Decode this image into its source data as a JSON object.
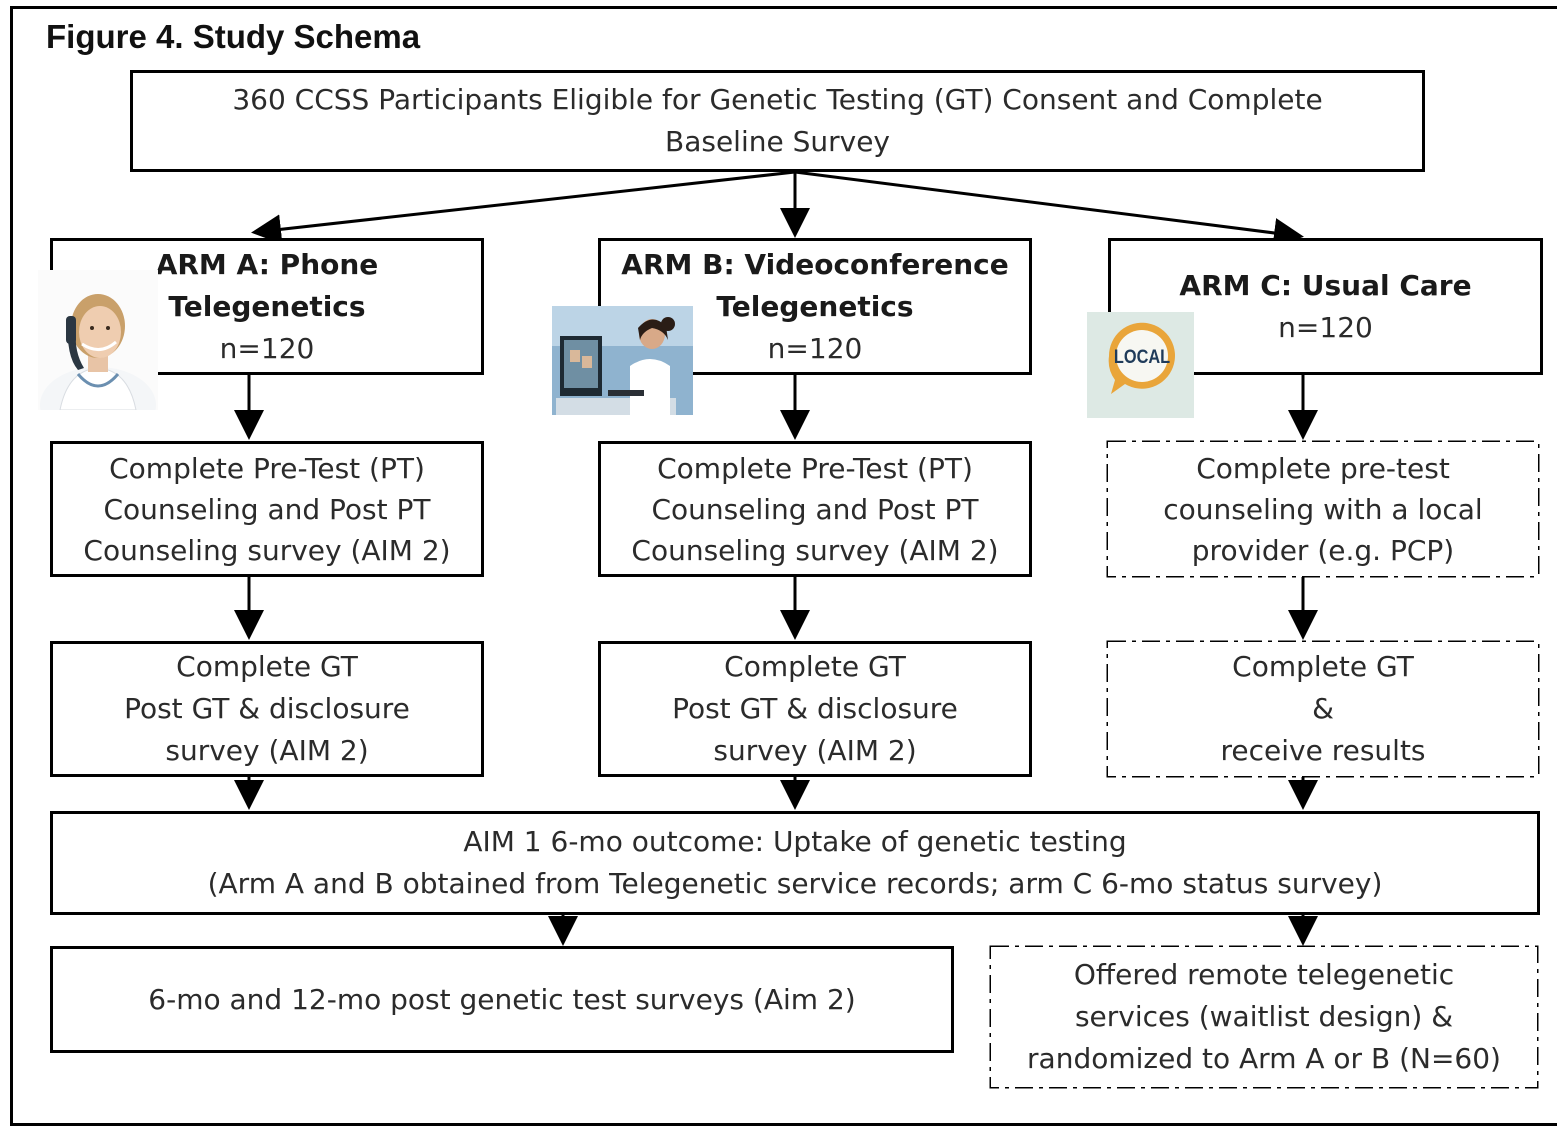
{
  "figure_title": "Figure 4. Study Schema",
  "top_box": [
    "360 CCSS Participants Eligible for Genetic Testing (GT) Consent and Complete",
    "Baseline Survey"
  ],
  "arms": [
    {
      "title_lines": [
        "ARM A: Phone",
        "Telegenetics"
      ],
      "n": "n=120",
      "image": "phone-doctor-icon"
    },
    {
      "title_lines": [
        "ARM B: Videoconference",
        "Telegenetics"
      ],
      "n": "n=120",
      "image": "video-doctor-icon"
    },
    {
      "title_lines": [
        "ARM C: Usual Care"
      ],
      "n": "n=120",
      "image": "local-badge-icon"
    }
  ],
  "local_badge_text": "LOCAL",
  "pretest": [
    [
      "Complete Pre-Test (PT)",
      "Counseling and Post PT",
      "Counseling survey (AIM 2)"
    ],
    [
      "Complete Pre-Test (PT)",
      "Counseling and Post PT",
      "Counseling survey (AIM 2)"
    ],
    [
      "Complete pre-test",
      "counseling with a local",
      "provider (e.g. PCP)"
    ]
  ],
  "gt": [
    [
      "Complete GT",
      "Post GT & disclosure",
      "survey (AIM 2)"
    ],
    [
      "Complete GT",
      "Post GT & disclosure",
      "survey (AIM 2)"
    ],
    [
      "Complete GT",
      "&",
      "receive results"
    ]
  ],
  "aim1_box": [
    "AIM 1 6-mo outcome: Uptake of genetic testing",
    "(Arm A and B obtained from Telegenetic service records; arm C 6-mo status survey)"
  ],
  "surveys_box": [
    "6-mo and 12-mo post genetic test surveys (Aim 2)"
  ],
  "offered_box": [
    "Offered remote telegenetic",
    "services (waitlist design) &",
    "randomized to Arm A or B (N=60)"
  ]
}
